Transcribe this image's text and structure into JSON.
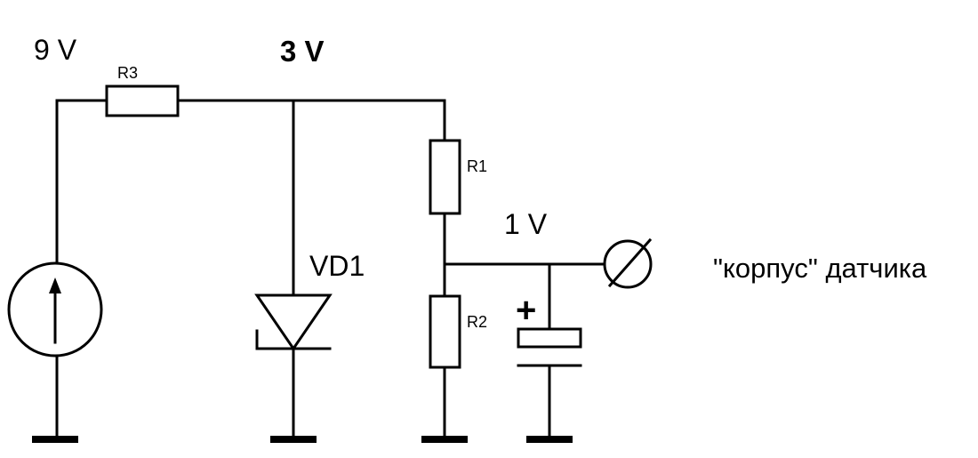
{
  "labels": {
    "v9": "9 V",
    "v3": "3 V",
    "v1": "1 V",
    "r3": "R3",
    "r1": "R1",
    "r2": "R2",
    "vd1": "VD1",
    "plus": "+",
    "sensor": "\"корпус\" датчика"
  }
}
